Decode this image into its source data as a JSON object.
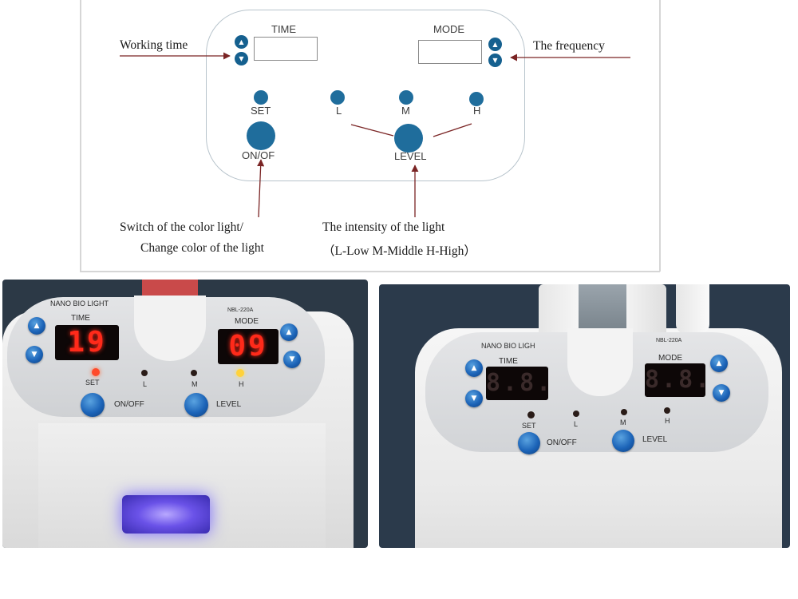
{
  "diagram": {
    "time_label": "TIME",
    "mode_label": "MODE",
    "up_icon": "▲",
    "down_icon": "▼",
    "set_label": "SET",
    "l_label": "L",
    "m_label": "M",
    "h_label": "H",
    "onoff_label": "ON/OF",
    "level_label": "LEVEL",
    "callouts": {
      "working_time": "Working time",
      "frequency": "The frequency",
      "switch_line1": "Switch of the color light/",
      "switch_line2": "Change color of the light",
      "intensity_line1": "The intensity of the light",
      "intensity_line2": "（L-Low    M-Middle    H-High）"
    },
    "colors": {
      "button": "#1f6d9c",
      "arrow_line": "#7a2424",
      "panel_border": "#b8c4cc"
    }
  },
  "photo_left": {
    "brand": "NANO BIO LIGHT",
    "model": "NBL-220A",
    "time_label": "TIME",
    "mode_label": "MODE",
    "time_display": "19",
    "mode_display": "09",
    "set_label": "SET",
    "l_label": "L",
    "m_label": "M",
    "h_label": "H",
    "onoff_label": "ON/OFF",
    "level_label": "LEVEL",
    "up_icon": "▲",
    "down_icon": "▼",
    "display_color": "#ff2a1a"
  },
  "photo_right": {
    "brand": "NANO BIO LIGH",
    "model": "NBL-220A",
    "time_label": "TIME",
    "mode_label": "MODE",
    "time_display": "8.8.",
    "mode_display": "8.8.",
    "set_label": "SET",
    "l_label": "L",
    "m_label": "M",
    "h_label": "H",
    "onoff_label": "ON/OFF",
    "level_label": "LEVEL",
    "up_icon": "▲",
    "down_icon": "▼",
    "display_color": "#3a2a2a"
  }
}
